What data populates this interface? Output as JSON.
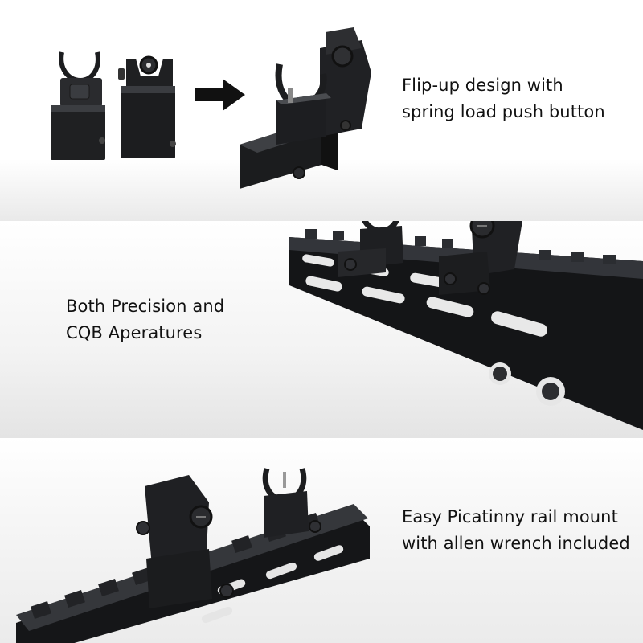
{
  "features": [
    {
      "lines": [
        "Flip-up design with",
        "spring load push button"
      ]
    },
    {
      "lines": [
        "Both Precision and",
        "CQB Aperatures"
      ]
    },
    {
      "lines": [
        "Easy Picatinny rail mount",
        "with allen wrench included"
      ]
    }
  ],
  "colors": {
    "metal": "#1c1d1f",
    "highlight": "#4a4c50",
    "shadow": "#0a0a0b"
  },
  "icons": [
    "arrow-right-icon"
  ]
}
